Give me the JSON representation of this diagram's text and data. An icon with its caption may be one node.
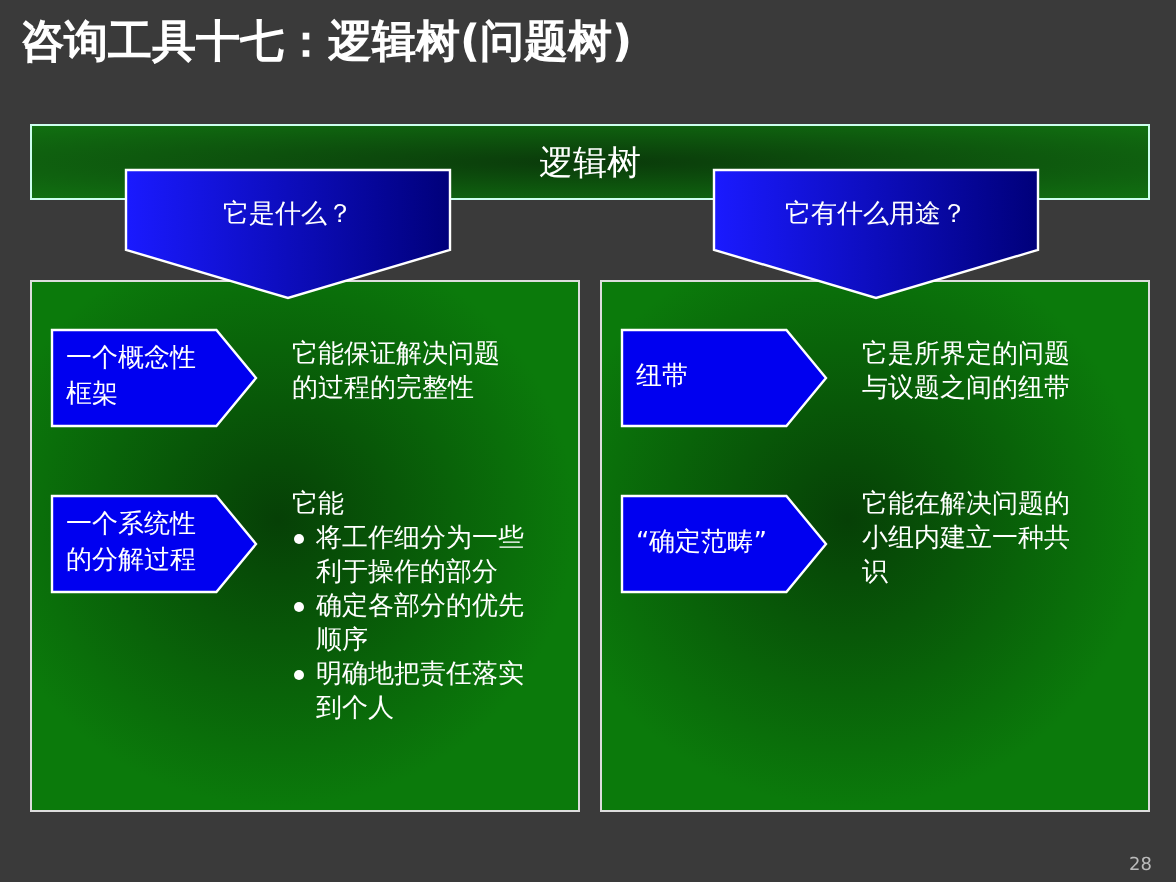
{
  "diagram": {
    "title": "咨询工具十七：逻辑树(问题树)",
    "nodes": [
      {
        "text": [
          "逻辑树"
        ]
      },
      {
        "text": [
          "它是什么？"
        ]
      },
      {
        "text": [
          "它有什么用途？"
        ]
      },
      {
        "text": [],
        "shape": "box"
      },
      {
        "text": [
          "一个概念性框架"
        ],
        "in": 3,
        "beside": [
          "它能保证解决问题的过程的完整性"
        ]
      },
      {
        "text": [
          "一个系统性的分解过程"
        ],
        "in": 3,
        "beside": [
          "它能",
          "将工作细分为一些利于操作的部分",
          "确定各部分的优先顺序",
          "明确地把责任落实到个人"
        ]
      },
      {
        "text": [],
        "shape": "box"
      },
      {
        "text": [
          "纽带"
        ],
        "in": 6,
        "beside": [
          "它是所界定的问题与议题之间的纽带"
        ]
      },
      {
        "text": [
          "“确定范畴”"
        ],
        "in": 6,
        "beside": [
          "它能在解决问题的小组内建立一种共识"
        ]
      }
    ],
    "labels": [
      "28"
    ]
  }
}
